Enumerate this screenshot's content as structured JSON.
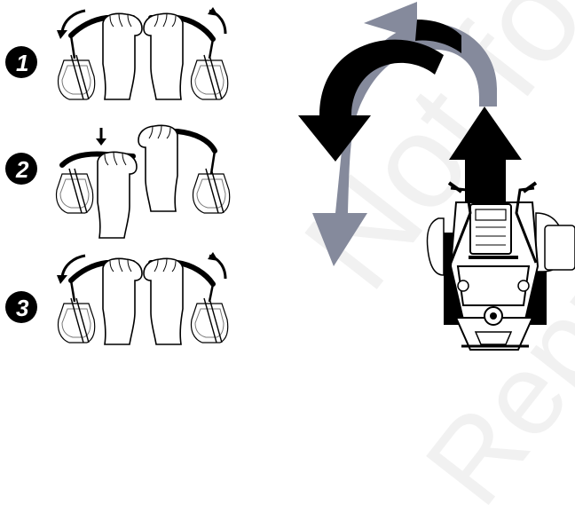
{
  "steps": [
    {
      "number": "1",
      "description": "both hands on handles, handles rotate outward"
    },
    {
      "number": "2",
      "description": "one handle folded down, other hand raised"
    },
    {
      "number": "3",
      "description": "both hands on handles, handles rotate outward"
    }
  ],
  "watermark": {
    "line1": "Not for",
    "line2": "Reproduction"
  },
  "colors": {
    "ink": "#000000",
    "arrow_dark": "#000000",
    "arrow_grey": "#858a9c",
    "paper": "#ffffff"
  },
  "icons": [
    "curved-arrow-icon",
    "down-arrow-icon",
    "hand-icon",
    "mower-icon"
  ]
}
